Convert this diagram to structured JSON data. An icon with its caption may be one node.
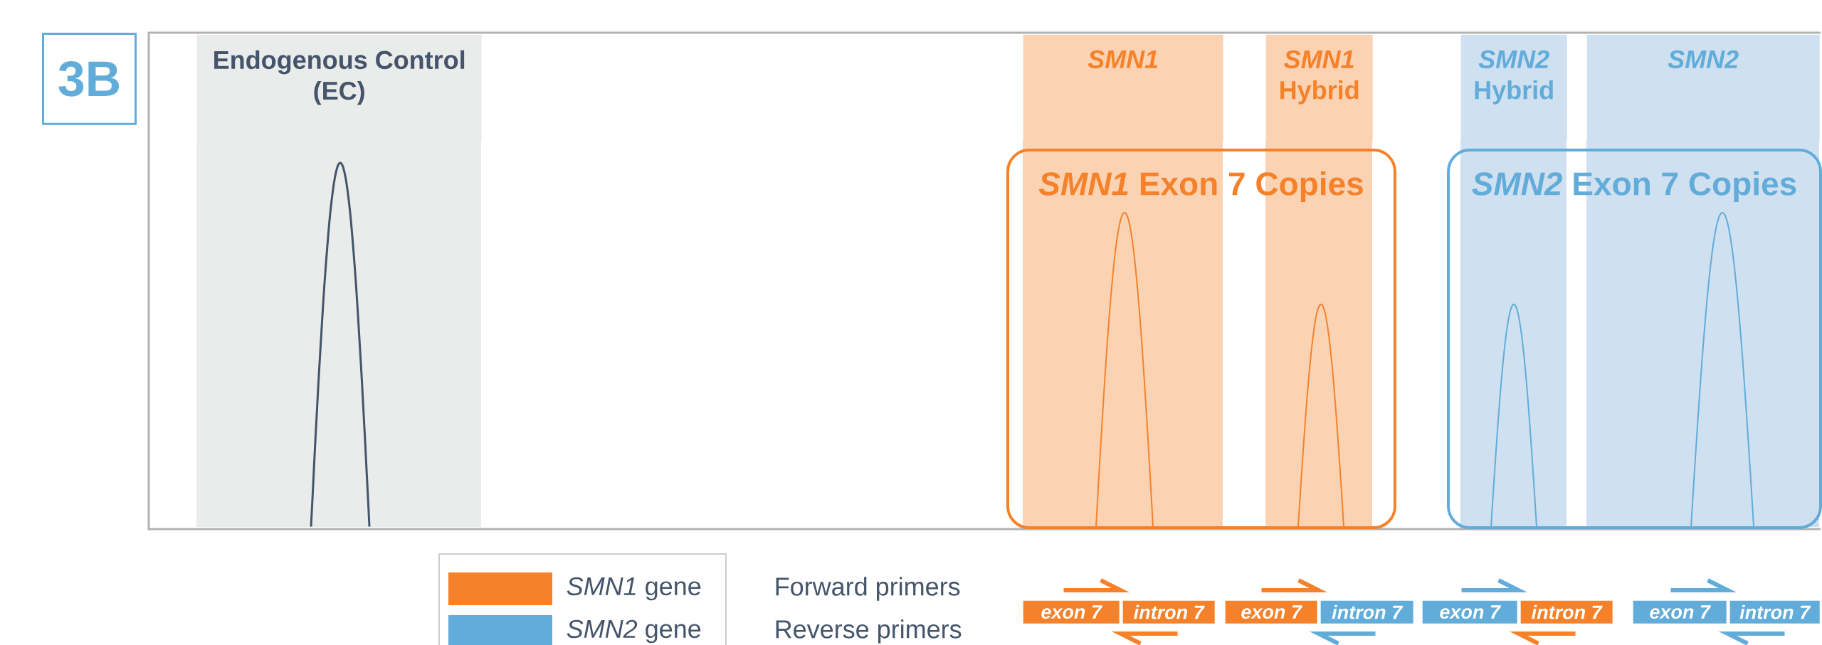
{
  "diagram": {
    "nodes": [
      {
        "text": [
          "3B"
        ]
      },
      {
        "text": [
          "Endogenous Control (EC)"
        ]
      },
      {
        "text": [
          "SMN1"
        ]
      },
      {
        "text": [
          "*SMN1* Hybrid"
        ]
      },
      {
        "text": [
          "*SMN2* Hybrid"
        ]
      },
      {
        "text": [
          "SMN2"
        ]
      },
      {
        "text": [
          "*SMN1* Exon 7 Copies"
        ]
      },
      {
        "text": [
          "*SMN2* Exon 7 Copies"
        ]
      },
      {
        "text": [
          "exon 7"
        ]
      },
      {
        "text": [
          "intron 7"
        ]
      },
      {
        "text": [
          "exon 7"
        ]
      },
      {
        "text": [
          "intron 7"
        ]
      },
      {
        "text": [
          "exon 7"
        ]
      },
      {
        "text": [
          "intron 7"
        ]
      },
      {
        "text": [
          "exon 7"
        ]
      },
      {
        "text": [
          "intron 7"
        ]
      }
    ],
    "labels": [
      "Forward primers",
      "Reverse primers"
    ],
    "legend": [
      {
        "text": "*SMN1* gene",
        "color": "#f5822a"
      },
      {
        "text": "*SMN2* gene",
        "color": "#62acd9"
      }
    ]
  }
}
